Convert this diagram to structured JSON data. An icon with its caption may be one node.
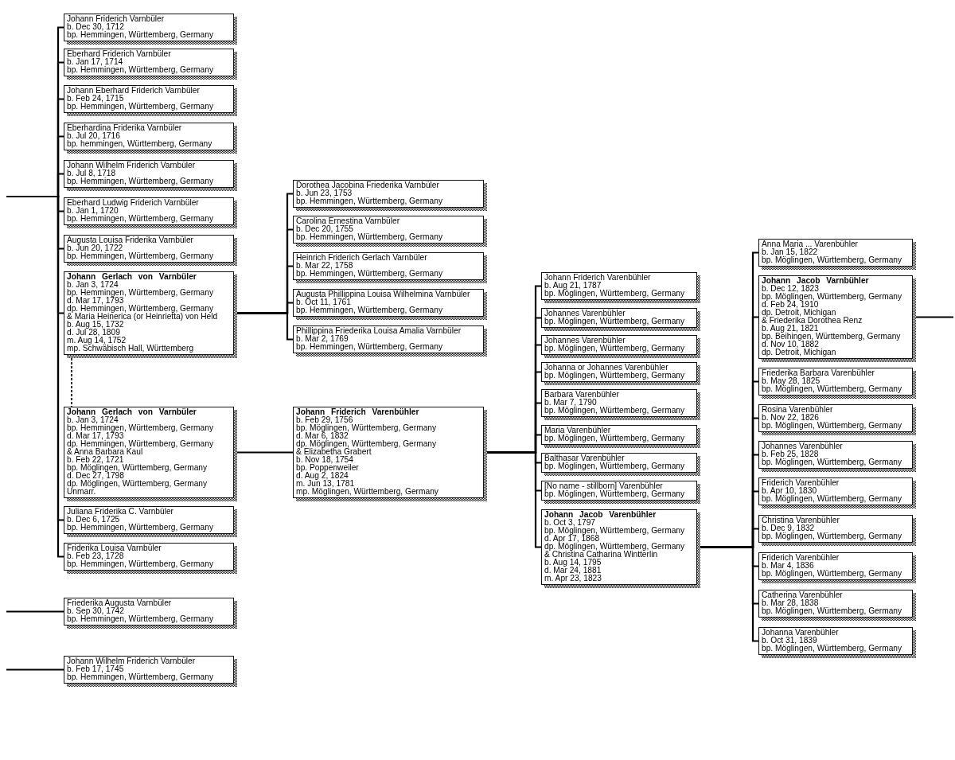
{
  "diagram": {
    "nodes": [
      {
        "text": [
          "Johann Friderich Varnbüler",
          "b. Dec 30, 1712",
          "bp. Hemmingen, Württemberg, Germany"
        ]
      },
      {
        "text": [
          "Eberhard Friderich Varnbüler",
          "b. Jan 17, 1714",
          "bp. Hemmingen, Württemberg, Germany"
        ]
      },
      {
        "text": [
          "Johann Eberhard Friderich Varnbüler",
          "b. Feb 24, 1715",
          "bp. Hemmingen, Württemberg, Germany"
        ]
      },
      {
        "text": [
          "Eberhardina Friderika Varnbüler",
          "b. Jul 20, 1716",
          "bp. hemmingen, Württemberg, Germany"
        ]
      },
      {
        "text": [
          "Johann Wilhelm Friderich Varnbüler",
          "b. Jul 8, 1718",
          "bp. Hemmingen, Württemberg, Germany"
        ]
      },
      {
        "text": [
          "Eberhard Ludwig Friderich Varnbüler",
          "b. Jan 1, 1720",
          "bp. Hemmingen, Württemberg, Germany"
        ]
      },
      {
        "text": [
          "Augusta Louisa Friderika Varnbüler",
          "b. Jun 20, 1722",
          "bp. Hemmingen, Württemberg, Germany"
        ]
      },
      {
        "text": [
          "Johann Gerlach von Varnbüler",
          "b. Jan 3, 1724",
          "bp. Hemmingen, Württemberg, Germany",
          "d. Mar 17, 1793",
          "dp. Hemmingen, Württemberg, Germany",
          "& Maria Heinerica (or Heinrietta) von Held",
          "b. Aug 15, 1732",
          "d. Jul 28, 1809",
          "m. Aug 14, 1752",
          "mp. Schwäbisch Hall, Württemberg"
        ]
      },
      {
        "text": [
          "Johann Gerlach von Varnbüler",
          "b. Jan 3, 1724",
          "bp. Hemmingen, Württemberg, Germany",
          "d. Mar 17, 1793",
          "dp. Hemmingen, Württemberg, Germany",
          "& Anna Barbara Kaul",
          "b. Feb 22, 1721",
          "bp. Möglingen, Württemberg, Germany",
          "d. Dec 27, 1798",
          "dp. Möglingen, Württemberg, Germany",
          "Unmarr."
        ]
      },
      {
        "text": [
          "Juliana Friderika C. Varnbüler",
          "b. Dec 6, 1725",
          "bp. Hemmingen, Württemberg, Germany"
        ]
      },
      {
        "text": [
          "Friderika Louisa Varnbüler",
          "b. Feb 23, 1728",
          "bp. Hemmingen, Württemberg, Germany"
        ]
      },
      {
        "text": [
          "Friederika Augusta Varnbüler",
          "b. Sep 30, 1742",
          "bp. Hemmingen, Württemberg, Germany"
        ]
      },
      {
        "text": [
          "Johann Wilhelm Friderich Varnbüler",
          "b. Feb 17, 1745",
          "bp. Hemmingen, Württemberg, Germany"
        ]
      },
      {
        "text": [
          "Dorothea Jacobina Friederika Varnbüler",
          "b. Jun 23, 1753",
          "bp. Hemmingen, Württemberg, Germany"
        ]
      },
      {
        "text": [
          "Carolina Ernestina Varnbüler",
          "b. Dec 20, 1755",
          "bp. Hemmingen, Württemberg, Germany"
        ]
      },
      {
        "text": [
          "Heinrich Friderich Gerlach Varnbüler",
          "b. Mar 22, 1758",
          "bp. Hemmingen, Württemberg, Germany"
        ]
      },
      {
        "text": [
          "Augusta Phillippina Louisa Wilhelmina Varnbüler",
          "b. Oct 11, 1761",
          "bp. Hemmingen, Württemberg, Germany"
        ]
      },
      {
        "text": [
          "Phillippina Friederika Louisa Amalia Varnbüler",
          "b. Mar 2, 1769",
          "bp. Hemmingen, Württemberg, Germany"
        ]
      },
      {
        "text": [
          "Johann Friderich Varenbühler",
          "b. Feb 29, 1756",
          "bp. Möglingen, Württemberg, Germany",
          "d. Mar 6, 1832",
          "dp. Möglingen, Württemberg, Germany",
          "& Elizabetha Grabert",
          "b. Nov 18, 1754",
          "bp. Poppenweiler",
          "d. Aug 2, 1824",
          "m. Jun 13, 1781",
          "mp. Möglingen, Württemberg, Germany"
        ]
      },
      {
        "text": [
          "Johann Friderich Varenbühler",
          "b. Aug 21, 1787",
          "bp. Möglingen, Württemberg, Germany"
        ]
      },
      {
        "text": [
          "Johannes Varenbühler",
          "bp. Möglingen, Württemberg, Germany"
        ]
      },
      {
        "text": [
          "Johannes Varenbühler",
          "bp. Möglingen, Württemberg, Germany"
        ]
      },
      {
        "text": [
          "Johanna or Johannes Varenbühler",
          "bp. Möglingen, Württemberg, Germany"
        ]
      },
      {
        "text": [
          "Barbara Varenbühler",
          "b. Mar 7, 1790",
          "bp. Möglingen, Württemberg, Germany"
        ]
      },
      {
        "text": [
          "Maria Varenbühler",
          "bp. Möglingen, Württemberg, Germany"
        ]
      },
      {
        "text": [
          "Balthasar Varenbühler",
          "bp. Möglingen, Württemberg, Germany"
        ]
      },
      {
        "text": [
          "[No name - stillborn] Varenbühler",
          "bp. Möglingen, Württemberg, Germany"
        ]
      },
      {
        "text": [
          "Johann Jacob Varenbühler",
          "b. Oct 3, 1797",
          "bp. Möglingen, Württemberg, Germany",
          "d. Apr 17, 1868",
          "dp. Möglingen, Württemberg, Germany",
          "& Christina Catharina Wintterlin",
          "b. Aug 14, 1795",
          "d. Mar 24, 1881",
          "m. Apr 23, 1823"
        ]
      },
      {
        "text": [
          "Anna Maria ... Varenbühler",
          "b. Jan 15, 1822",
          "bp. Möglingen, Württemberg, Germany"
        ]
      },
      {
        "text": [
          "Johann Jacob Varnbühler",
          "b. Dec 12, 1823",
          "bp. Möglingen, Württemberg, Germany",
          "d. Feb 24, 1910",
          "dp. Detroit, Michigan",
          "& Friederika Dorothea Renz",
          "b. Aug 21, 1821",
          "bp. Beihingen, Württemberg, Germany",
          "d. Nov 10, 1882",
          "dp. Detroit, Michigan"
        ]
      },
      {
        "text": [
          "Friederika Barbara Varenbühler",
          "b. May 28, 1825",
          "bp. Möglingen, Württemberg, Germany"
        ]
      },
      {
        "text": [
          "Rosina Varenbühler",
          "b. Nov 22, 1826",
          "bp. Möglingen, Württemberg, Germany"
        ]
      },
      {
        "text": [
          "Johannes Varenbühler",
          "b. Feb 25, 1828",
          "bp. Möglingen, Württemberg, Germany"
        ]
      },
      {
        "text": [
          "Friderich Varenbühler",
          "b. Apr 10, 1830",
          "bp. Möglingen, Württemberg, Germany"
        ]
      },
      {
        "text": [
          "Christina Varenbühler",
          "b. Dec 9, 1832",
          "bp. Möglingen, Württemberg, Germany"
        ]
      },
      {
        "text": [
          "Friderich Varenbühler",
          "b. Mar 4, 1836",
          "bp. Möglingen, Württemberg, Germany"
        ]
      },
      {
        "text": [
          "Catherina Varenbühler",
          "b. Mar 28, 1838",
          "bp. Möglingen, Württemberg, Germany"
        ]
      },
      {
        "text": [
          "Johanna Varenbühler",
          "b. Oct 31, 1839",
          "bp. Möglingen, Württemberg, Germany"
        ]
      }
    ],
    "edges": [
      {
        "from": null,
        "to": 0,
        "arrow": "none"
      },
      {
        "from": null,
        "to": 1,
        "arrow": "none"
      },
      {
        "from": null,
        "to": 2,
        "arrow": "none"
      },
      {
        "from": null,
        "to": 3,
        "arrow": "none"
      },
      {
        "from": null,
        "to": 4,
        "arrow": "none"
      },
      {
        "from": null,
        "to": 5,
        "arrow": "none"
      },
      {
        "from": null,
        "to": 6,
        "arrow": "none"
      },
      {
        "from": null,
        "to": 7,
        "arrow": "none"
      },
      {
        "from": null,
        "to": 9,
        "arrow": "none"
      },
      {
        "from": null,
        "to": 10,
        "arrow": "none"
      },
      {
        "from": 7,
        "to": 8,
        "arrow": "none",
        "style": "dashed"
      },
      {
        "from": null,
        "to": 11,
        "arrow": "none"
      },
      {
        "from": null,
        "to": 12,
        "arrow": "none"
      },
      {
        "from": 7,
        "to": 13,
        "arrow": "none"
      },
      {
        "from": 7,
        "to": 14,
        "arrow": "none"
      },
      {
        "from": 7,
        "to": 15,
        "arrow": "none"
      },
      {
        "from": 7,
        "to": 16,
        "arrow": "none"
      },
      {
        "from": 7,
        "to": 17,
        "arrow": "none"
      },
      {
        "from": 8,
        "to": 18,
        "arrow": "none"
      },
      {
        "from": 18,
        "to": 19,
        "arrow": "none"
      },
      {
        "from": 18,
        "to": 20,
        "arrow": "none"
      },
      {
        "from": 18,
        "to": 21,
        "arrow": "none"
      },
      {
        "from": 18,
        "to": 22,
        "arrow": "none"
      },
      {
        "from": 18,
        "to": 23,
        "arrow": "none"
      },
      {
        "from": 18,
        "to": 24,
        "arrow": "none"
      },
      {
        "from": 18,
        "to": 25,
        "arrow": "none"
      },
      {
        "from": 18,
        "to": 26,
        "arrow": "none"
      },
      {
        "from": 18,
        "to": 27,
        "arrow": "none"
      },
      {
        "from": 27,
        "to": 28,
        "arrow": "none"
      },
      {
        "from": 27,
        "to": 29,
        "arrow": "none"
      },
      {
        "from": 27,
        "to": 30,
        "arrow": "none"
      },
      {
        "from": 27,
        "to": 31,
        "arrow": "none"
      },
      {
        "from": 27,
        "to": 32,
        "arrow": "none"
      },
      {
        "from": 27,
        "to": 33,
        "arrow": "none"
      },
      {
        "from": 27,
        "to": 34,
        "arrow": "none"
      },
      {
        "from": 27,
        "to": 35,
        "arrow": "none"
      },
      {
        "from": 27,
        "to": 36,
        "arrow": "none"
      },
      {
        "from": 27,
        "to": 37,
        "arrow": "none"
      },
      {
        "from": 29,
        "to": null,
        "arrow": "none"
      }
    ]
  }
}
